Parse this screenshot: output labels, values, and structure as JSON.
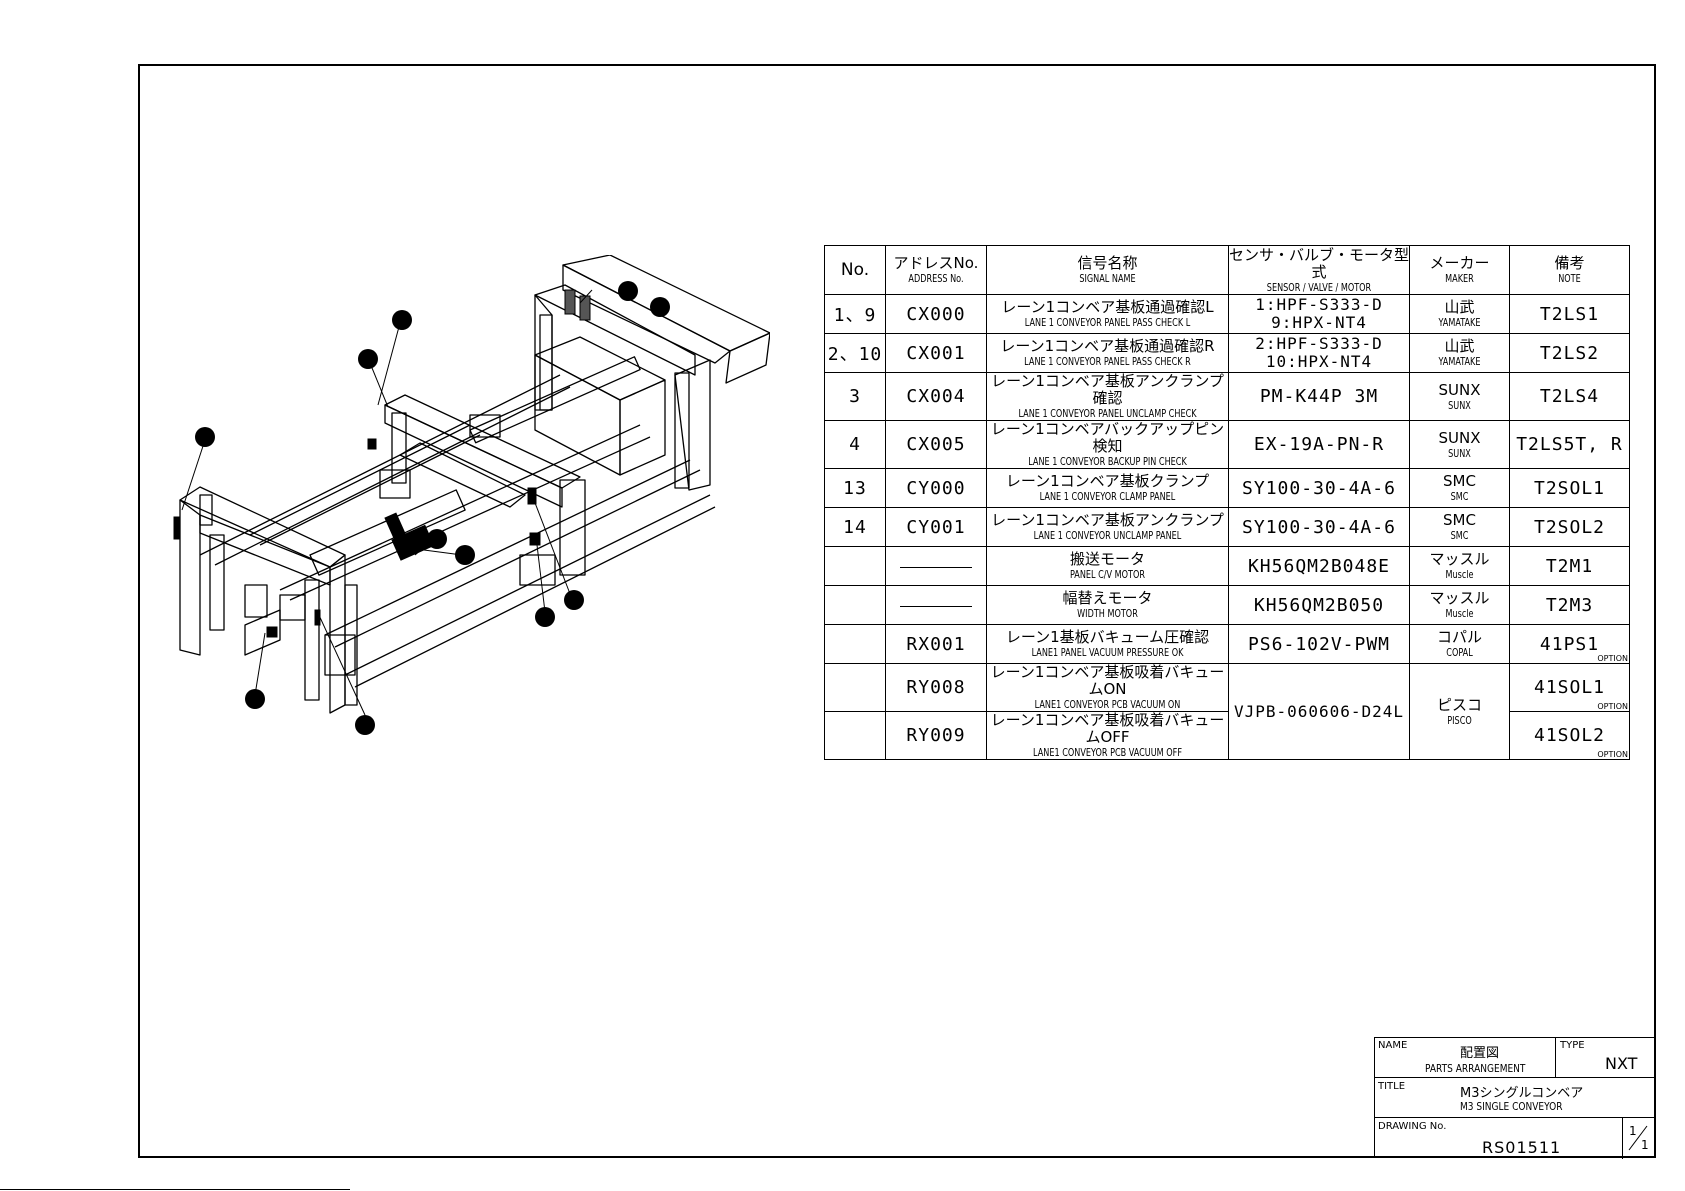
{
  "table": {
    "headers": [
      {
        "jp": "No.",
        "en": ""
      },
      {
        "jp": "アドレスNo.",
        "en": "ADDRESS No."
      },
      {
        "jp": "信号名称",
        "en": "SIGNAL NAME"
      },
      {
        "jp": "センサ・バルブ・モータ型式",
        "en": "SENSOR / VALVE / MOTOR"
      },
      {
        "jp": "メーカー",
        "en": "MAKER"
      },
      {
        "jp": "備考",
        "en": "NOTE"
      }
    ],
    "rows": [
      {
        "no": "1、9",
        "address": "CX000",
        "signal_jp": "レーン1コンベア基板通過確認L",
        "signal_en": "LANE 1 CONVEYOR PANEL PASS CHECK L",
        "model_1": "1:HPF-S333-D",
        "model_2": "9:HPX-NT4",
        "maker_jp": "山武",
        "maker_en": "YAMATAKE",
        "note": "T2LS1",
        "option": ""
      },
      {
        "no": "2、10",
        "address": "CX001",
        "signal_jp": "レーン1コンベア基板通過確認R",
        "signal_en": "LANE 1 CONVEYOR PANEL PASS CHECK R",
        "model_1": "2:HPF-S333-D",
        "model_2": "10:HPX-NT4",
        "maker_jp": "山武",
        "maker_en": "YAMATAKE",
        "note": "T2LS2",
        "option": ""
      },
      {
        "no": "3",
        "address": "CX004",
        "signal_jp": "レーン1コンベア基板アンクランプ確認",
        "signal_en": "LANE 1 CONVEYOR PANEL UNCLAMP CHECK",
        "model_1": "PM-K44P 3M",
        "model_2": "",
        "maker_jp": "SUNX",
        "maker_en": "SUNX",
        "note": "T2LS4",
        "option": ""
      },
      {
        "no": "4",
        "address": "CX005",
        "signal_jp": "レーン1コンベアバックアップピン検知",
        "signal_en": "LANE 1 CONVEYOR BACKUP PIN CHECK",
        "model_1": "EX-19A-PN-R",
        "model_2": "",
        "maker_jp": "SUNX",
        "maker_en": "SUNX",
        "note": "T2LS5T, R",
        "option": ""
      },
      {
        "no": "13",
        "address": "CY000",
        "signal_jp": "レーン1コンベア基板クランプ",
        "signal_en": "LANE 1 CONVEYOR CLAMP PANEL",
        "model_1": "SY100-30-4A-6",
        "model_2": "",
        "maker_jp": "SMC",
        "maker_en": "SMC",
        "note": "T2SOL1",
        "option": ""
      },
      {
        "no": "14",
        "address": "CY001",
        "signal_jp": "レーン1コンベア基板アンクランプ",
        "signal_en": "LANE 1 CONVEYOR UNCLAMP PANEL",
        "model_1": "SY100-30-4A-6",
        "model_2": "",
        "maker_jp": "SMC",
        "maker_en": "SMC",
        "note": "T2SOL2",
        "option": ""
      },
      {
        "no": "",
        "address": "",
        "signal_jp": "搬送モータ",
        "signal_en": "PANEL C/V MOTOR",
        "model_1": "KH56QM2B048E",
        "model_2": "",
        "maker_jp": "マッスル",
        "maker_en": "Muscle",
        "note": "T2M1",
        "option": ""
      },
      {
        "no": "",
        "address": "",
        "signal_jp": "幅替えモータ",
        "signal_en": "WIDTH MOTOR",
        "model_1": "KH56QM2B050",
        "model_2": "",
        "maker_jp": "マッスル",
        "maker_en": "Muscle",
        "note": "T2M3",
        "option": ""
      },
      {
        "no": "",
        "address": "RX001",
        "signal_jp": "レーン1基板バキューム圧確認",
        "signal_en": "LANE1 PANEL VACUUM PRESSURE OK",
        "model_1": "PS6-102V-PWM",
        "model_2": "",
        "maker_jp": "コパル",
        "maker_en": "COPAL",
        "note": "41PS1",
        "option": "OPTION"
      }
    ],
    "vac_rows": [
      {
        "address": "RY008",
        "signal_jp": "レーン1コンベア基板吸着バキュームON",
        "signal_en": "LANE1 CONVEYOR PCB VACUUM ON",
        "note": "41SOL1",
        "option": "OPTION"
      },
      {
        "address": "RY009",
        "signal_jp": "レーン1コンベア基板吸着バキュームOFF",
        "signal_en": "LANE1 CONVEYOR PCB VACUUM OFF",
        "note": "41SOL2",
        "option": "OPTION"
      }
    ],
    "vac_model": "VJPB-060606-D24L",
    "vac_maker_jp": "ピスコ",
    "vac_maker_en": "PISCO"
  },
  "titleblock": {
    "name_label": "NAME",
    "name_jp": "配置図",
    "name_en": "PARTS ARRANGEMENT",
    "type_label": "TYPE",
    "type_value": "NXT",
    "title_label": "TITLE",
    "title_jp": "M3シングルコンベア",
    "title_en": "M3 SINGLE CONVEYOR",
    "drawing_label": "DRAWING No.",
    "drawing_no": "RS01511",
    "sheet_num": "1",
    "sheet_den": "1"
  }
}
